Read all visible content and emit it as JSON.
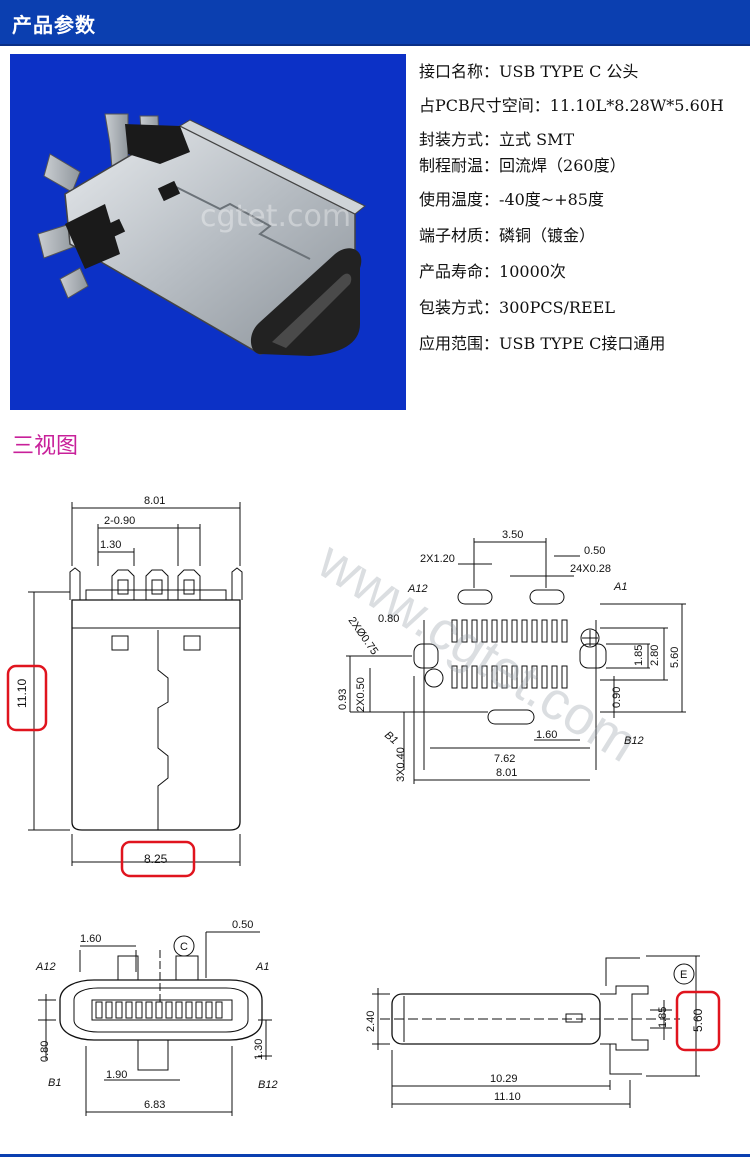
{
  "header": {
    "title": "产品参数"
  },
  "specs": [
    {
      "label": "接口名称",
      "value": "USB TYPE C 公头"
    },
    {
      "label": "占PCB尺寸空间",
      "value": "11.10L*8.28W*5.60H"
    },
    {
      "label": "封装方式",
      "value": "立式 SMT"
    },
    {
      "label": "制程耐温",
      "value": "回流焊（260度）"
    },
    {
      "label": "使用温度",
      "value": "-40度~+85度"
    },
    {
      "label": "端子材质",
      "value": "磷铜（镀金）"
    },
    {
      "label": "产品寿命",
      "value": "10000次"
    },
    {
      "label": "包装方式",
      "value": "300PCS/REEL"
    },
    {
      "label": "应用范围",
      "value": "USB TYPE C接口通用"
    }
  ],
  "photo": {
    "watermark": "cgtet.com"
  },
  "views": {
    "title": "三视图",
    "watermark": "www.cgtet.com",
    "front": {
      "width": "8.01",
      "pitch": "2-0.90",
      "pin": "1.30",
      "height": "11.10",
      "base": "8.25"
    },
    "footprint": {
      "d1": "2X1.20",
      "d2": "3.50",
      "d3": "0.50",
      "d4": "24X0.28",
      "a1": "A1",
      "a12": "A12",
      "d5": "0.80",
      "d6": "2XØ0.75",
      "d7": "1.85",
      "d8": "2.80",
      "d9": "5.60",
      "d10": "0.93",
      "d11": "2X0.50",
      "d12": "0.90",
      "b1": "B1",
      "d13": "1.60",
      "b12": "B12",
      "d14": "3X0.40",
      "d15": "7.62",
      "d16": "8.01"
    },
    "bottom": {
      "d1": "1.60",
      "c": "C",
      "d2": "0.50",
      "a12": "A12",
      "a1": "A1",
      "d3": "0.80",
      "d4": "1.30",
      "b1": "B1",
      "d5": "1.90",
      "b12": "B12",
      "d6": "6.83"
    },
    "side": {
      "e": "E",
      "d1": "2.40",
      "d2": "1.85",
      "d3": "5.60",
      "d4": "10.29",
      "d5": "11.10"
    }
  },
  "colors": {
    "header": "#0b3fb0",
    "photo_bg": "#0c31c6",
    "views_title": "#c8209a",
    "highlight": "#e0141e"
  }
}
